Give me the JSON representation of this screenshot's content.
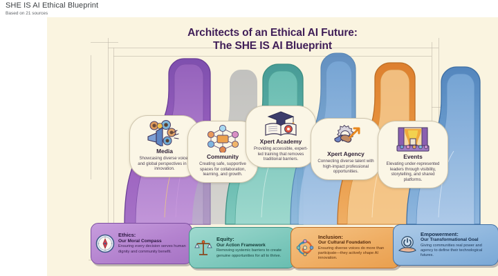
{
  "document": {
    "title": "SHE IS AI Ethical Blueprint",
    "subtitle": "Based on 21 sources"
  },
  "infographic": {
    "title_line1": "Architects of an Ethical AI Future:",
    "title_line2": "The SHE IS AI Blueprint",
    "title_color": "#3f1d57",
    "background_color": "#faf4e0",
    "pillars": [
      {
        "name": "Media",
        "description": "Showcasing diverse voices and global perspectives in AI innovation.",
        "icon": "megaphone-icon",
        "color": "#a873c8"
      },
      {
        "name": "Community",
        "description": "Creating safe, supportive spaces for collaboration, learning, and growth.",
        "icon": "network-people-icon",
        "color": "#6fc0b4"
      },
      {
        "name": "Xpert Academy",
        "description": "Providing accessible, expert-led training that removes traditional barriers.",
        "icon": "graduation-book-icon",
        "color": "#4d7fb8"
      },
      {
        "name": "Xpert Agency",
        "description": "Connecting diverse talent with high-impact professional opportunities.",
        "icon": "handshake-gear-icon",
        "color": "#e8953f"
      },
      {
        "name": "Events",
        "description": "Elevating under-represented leaders through visibility, storytelling, and shared platforms.",
        "icon": "stage-audience-icon",
        "color": "#8f6fc4"
      }
    ],
    "foundations": [
      {
        "title": "Ethics:",
        "subtitle": "Our Moral Compass",
        "description": "Ensuring every decision serves human dignity and community benefit.",
        "icon": "compass-icon",
        "color": "#b483cf"
      },
      {
        "title": "Equity:",
        "subtitle": "Our Action Framework",
        "description": "Removing systemic barriers to create genuine opportunities for all to thrive.",
        "icon": "scales-icon",
        "color": "#7fc9bd"
      },
      {
        "title": "Inclusion:",
        "subtitle": "Our Cultural Foundation",
        "description": "Ensuring diverse voices do more than participate—they actively shape AI innovation.",
        "icon": "inclusion-spiral-icon",
        "color": "#efae64"
      },
      {
        "title": "Empowerment:",
        "subtitle": "Our Transformational Goal",
        "description": "Giving communities real power and agency to define their technological futures.",
        "icon": "power-hand-icon",
        "color": "#8fb7de"
      }
    ]
  }
}
